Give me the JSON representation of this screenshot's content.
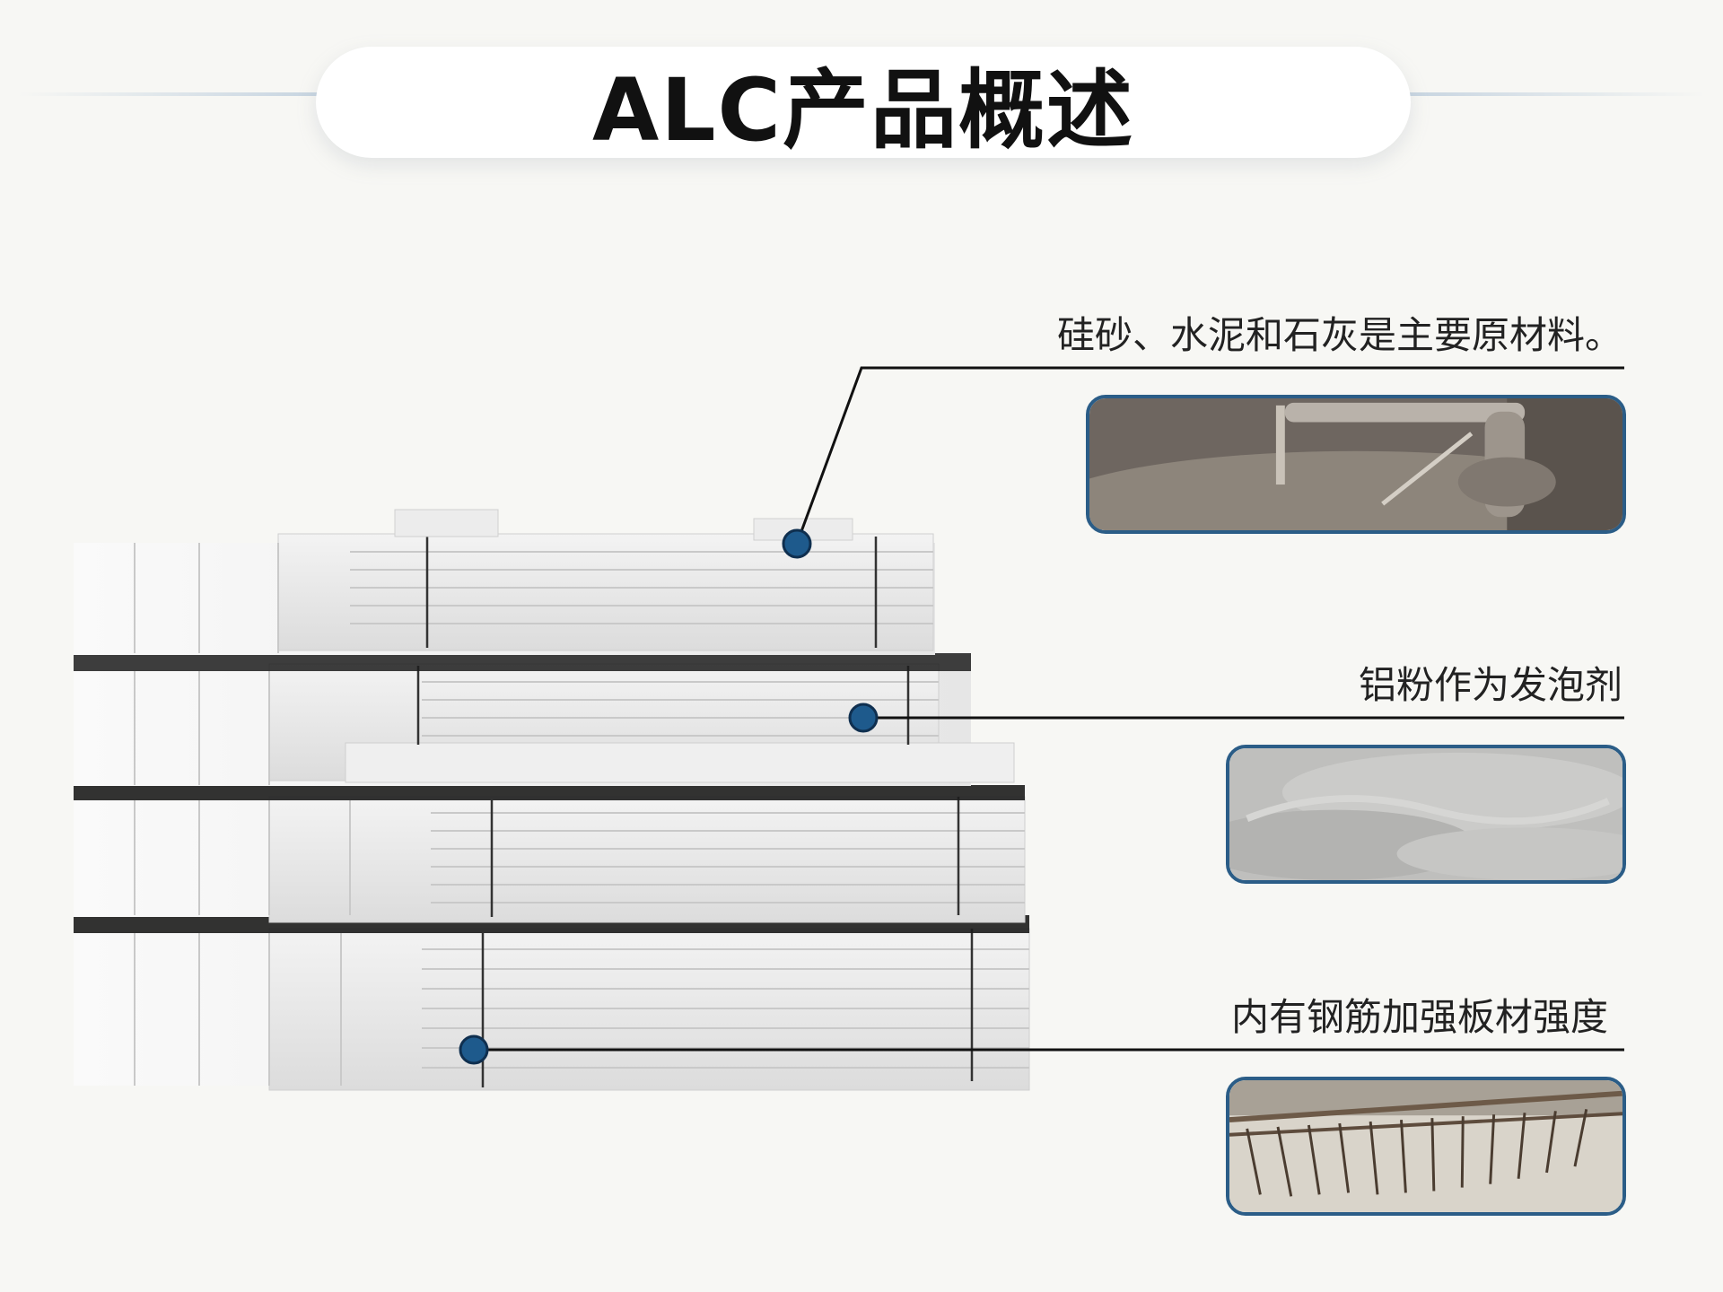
{
  "header": {
    "title": "ALC产品概述"
  },
  "features": [
    {
      "label": "硅砂、水泥和石灰是主要原材料。",
      "photo_icon": "raw-material-mixer-photo"
    },
    {
      "label": "铝粉作为发泡剂",
      "photo_icon": "aluminum-powder-photo"
    },
    {
      "label": "内有钢筋加强板材强度",
      "photo_icon": "steel-reinforcement-photo"
    }
  ],
  "colors": {
    "accent": "#1e5a8c",
    "line": "#111111",
    "frame": "#2b5d87",
    "background": "#f7f7f4"
  }
}
